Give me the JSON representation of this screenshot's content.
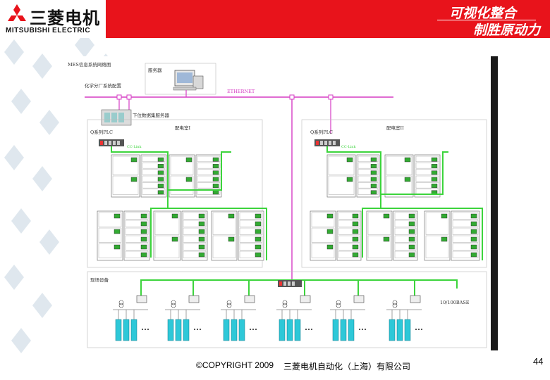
{
  "header": {
    "logo_cn": "三菱电机",
    "logo_en": "MITSUBISHI ELECTRIC",
    "slogan_line1": "可视化整合",
    "slogan_line2": "制胜原动力",
    "colors": {
      "header_red": "#e8131b",
      "bus_pink": "#d63cc4",
      "network_green": "#3cd43c"
    }
  },
  "diagram": {
    "title": "MES信息系统网络图",
    "server_label": "服务器",
    "plant_label": "化学分厂系统配置",
    "ethernet_label": "ETHERNET",
    "collector_label": "下位数据集服务器",
    "plc_left": "Q系列PLC",
    "plc_right": "Q系列PLC",
    "room_left": "配电室I",
    "room_right": "配电室II",
    "net_left": "CC-Link",
    "net_right": "CC-Link",
    "lower_label": "现场设备",
    "right_note": "10/100BASE"
  },
  "footer": {
    "copyright": "©COPYRIGHT 2009",
    "company": "三菱电机自动化（上海）有限公司",
    "page_number": "44"
  }
}
